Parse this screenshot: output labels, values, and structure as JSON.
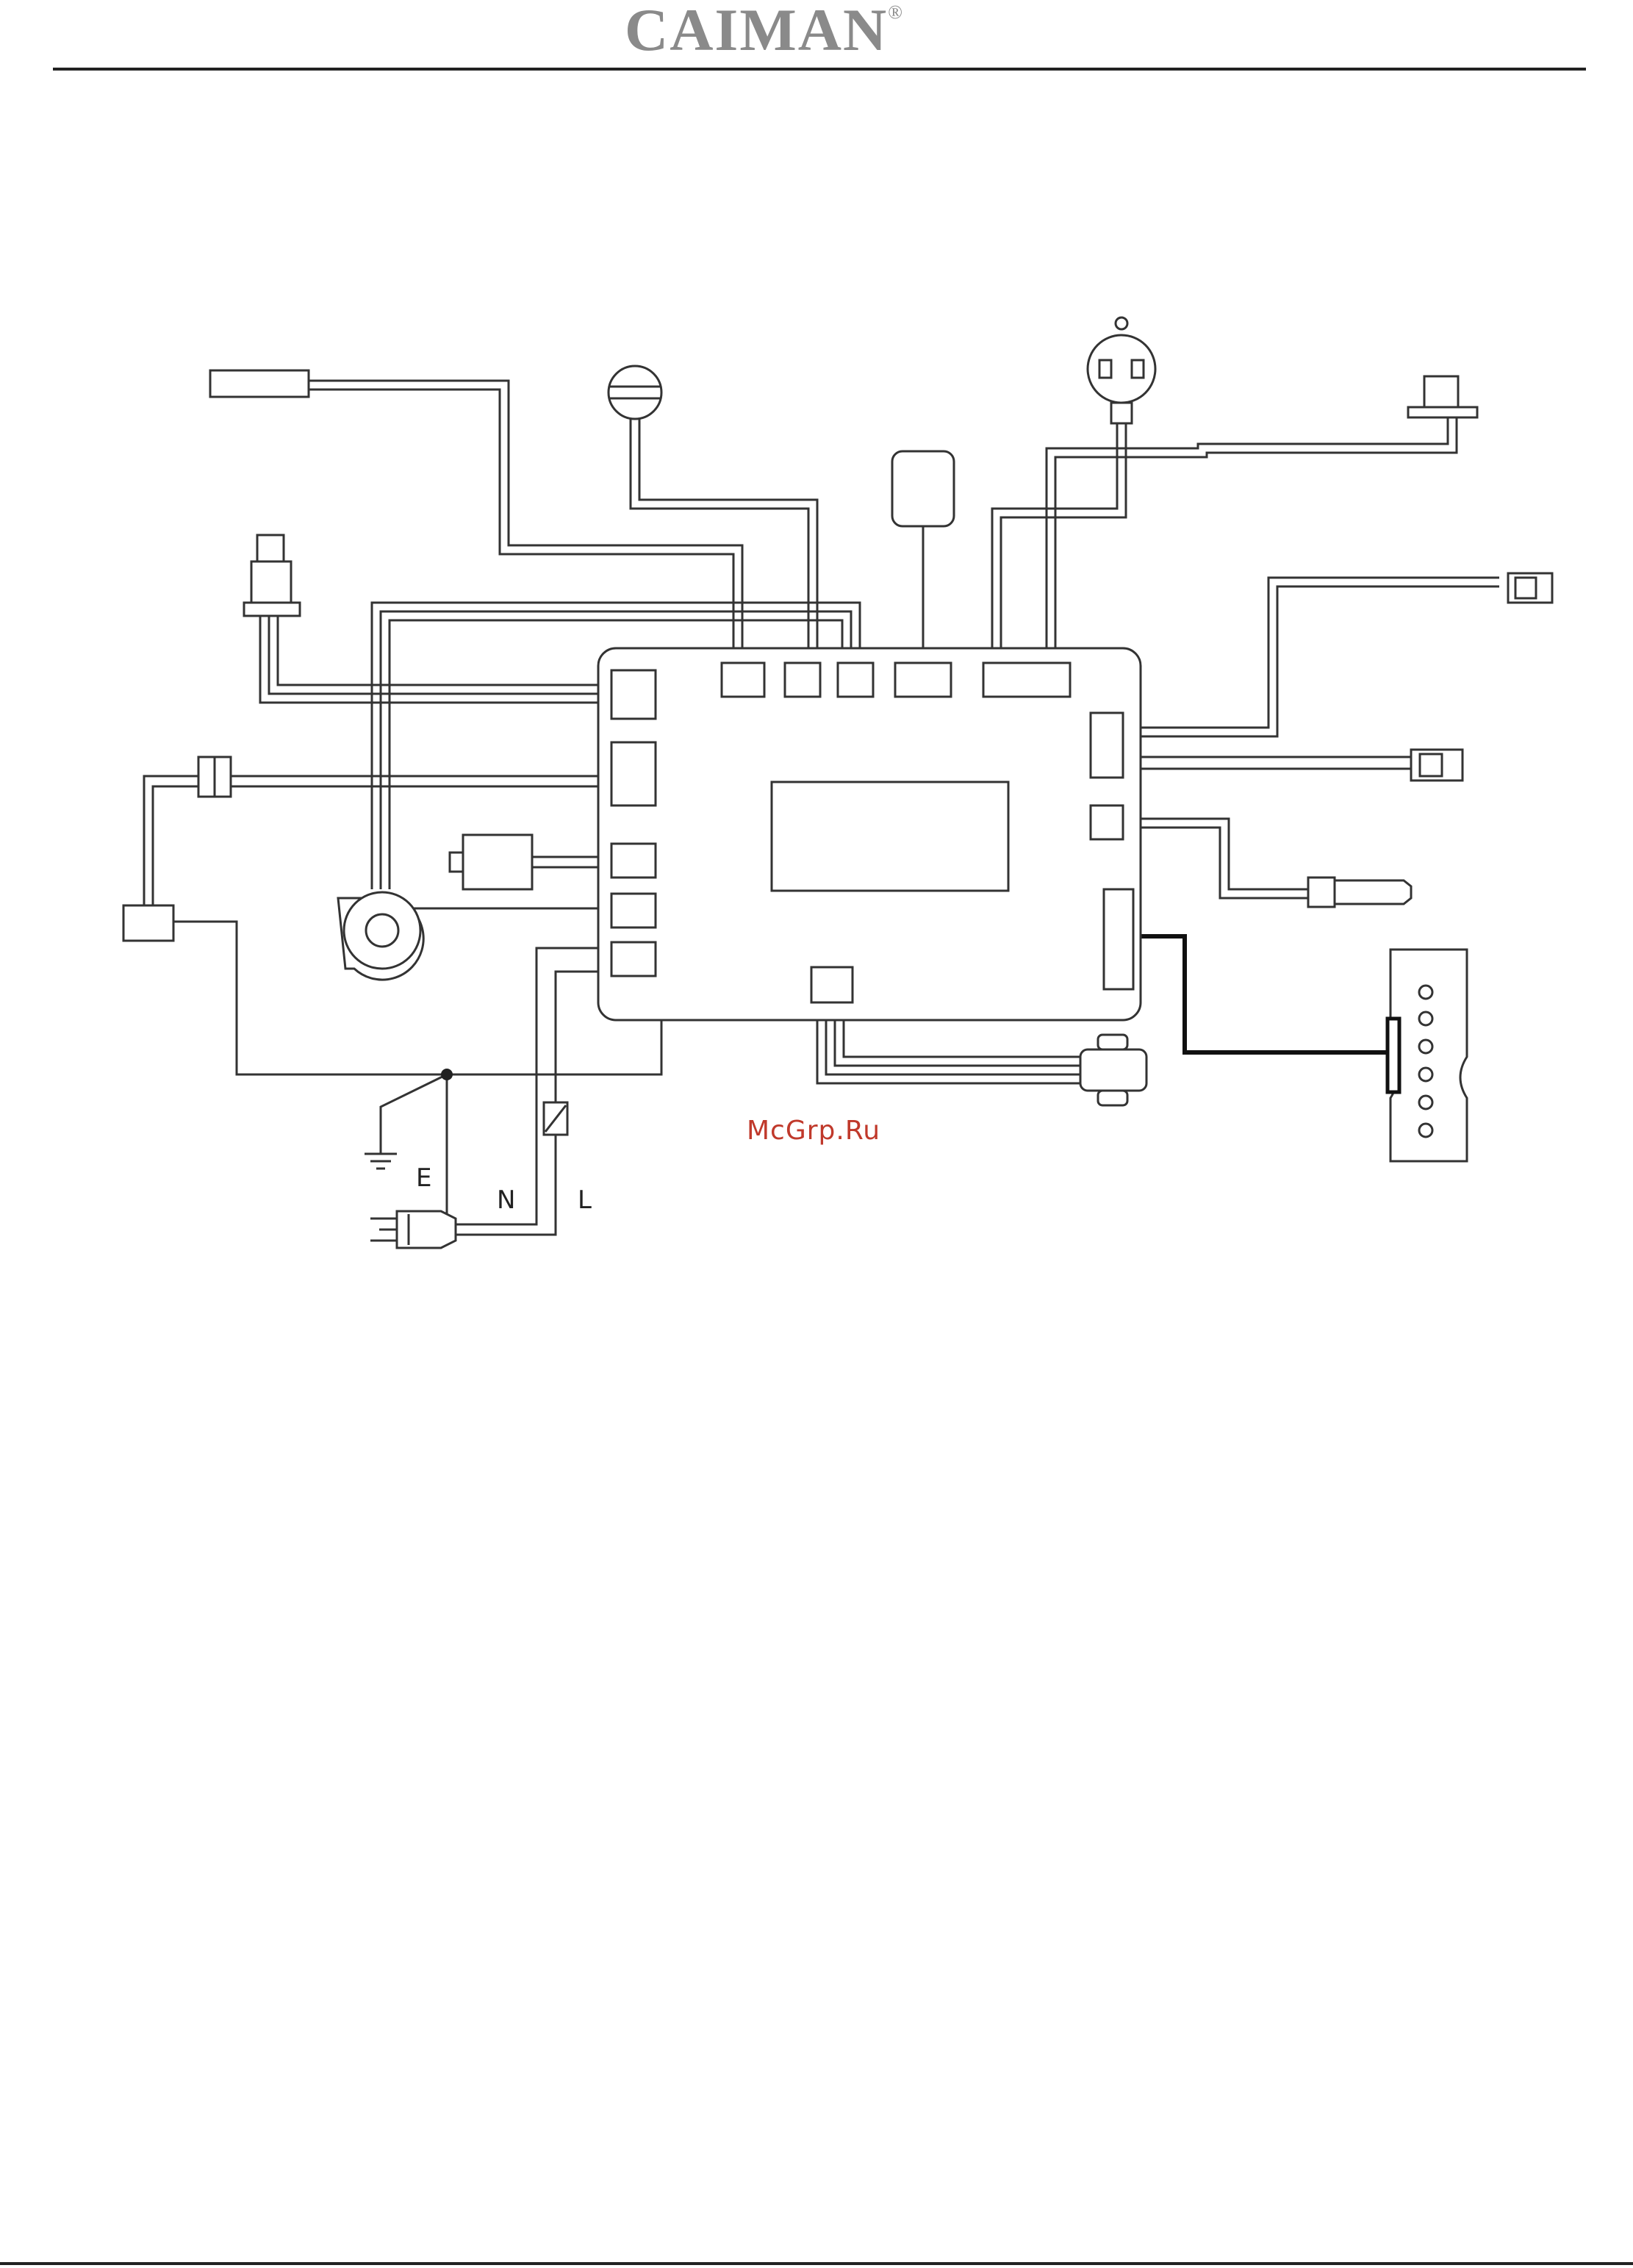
{
  "header": {
    "brand": "CAIMAN",
    "brand_mark": "®"
  },
  "watermark": "McGrp.Ru",
  "diagram": {
    "wire_labels": {
      "earth": "E",
      "neutral": "N",
      "line": "L"
    }
  }
}
